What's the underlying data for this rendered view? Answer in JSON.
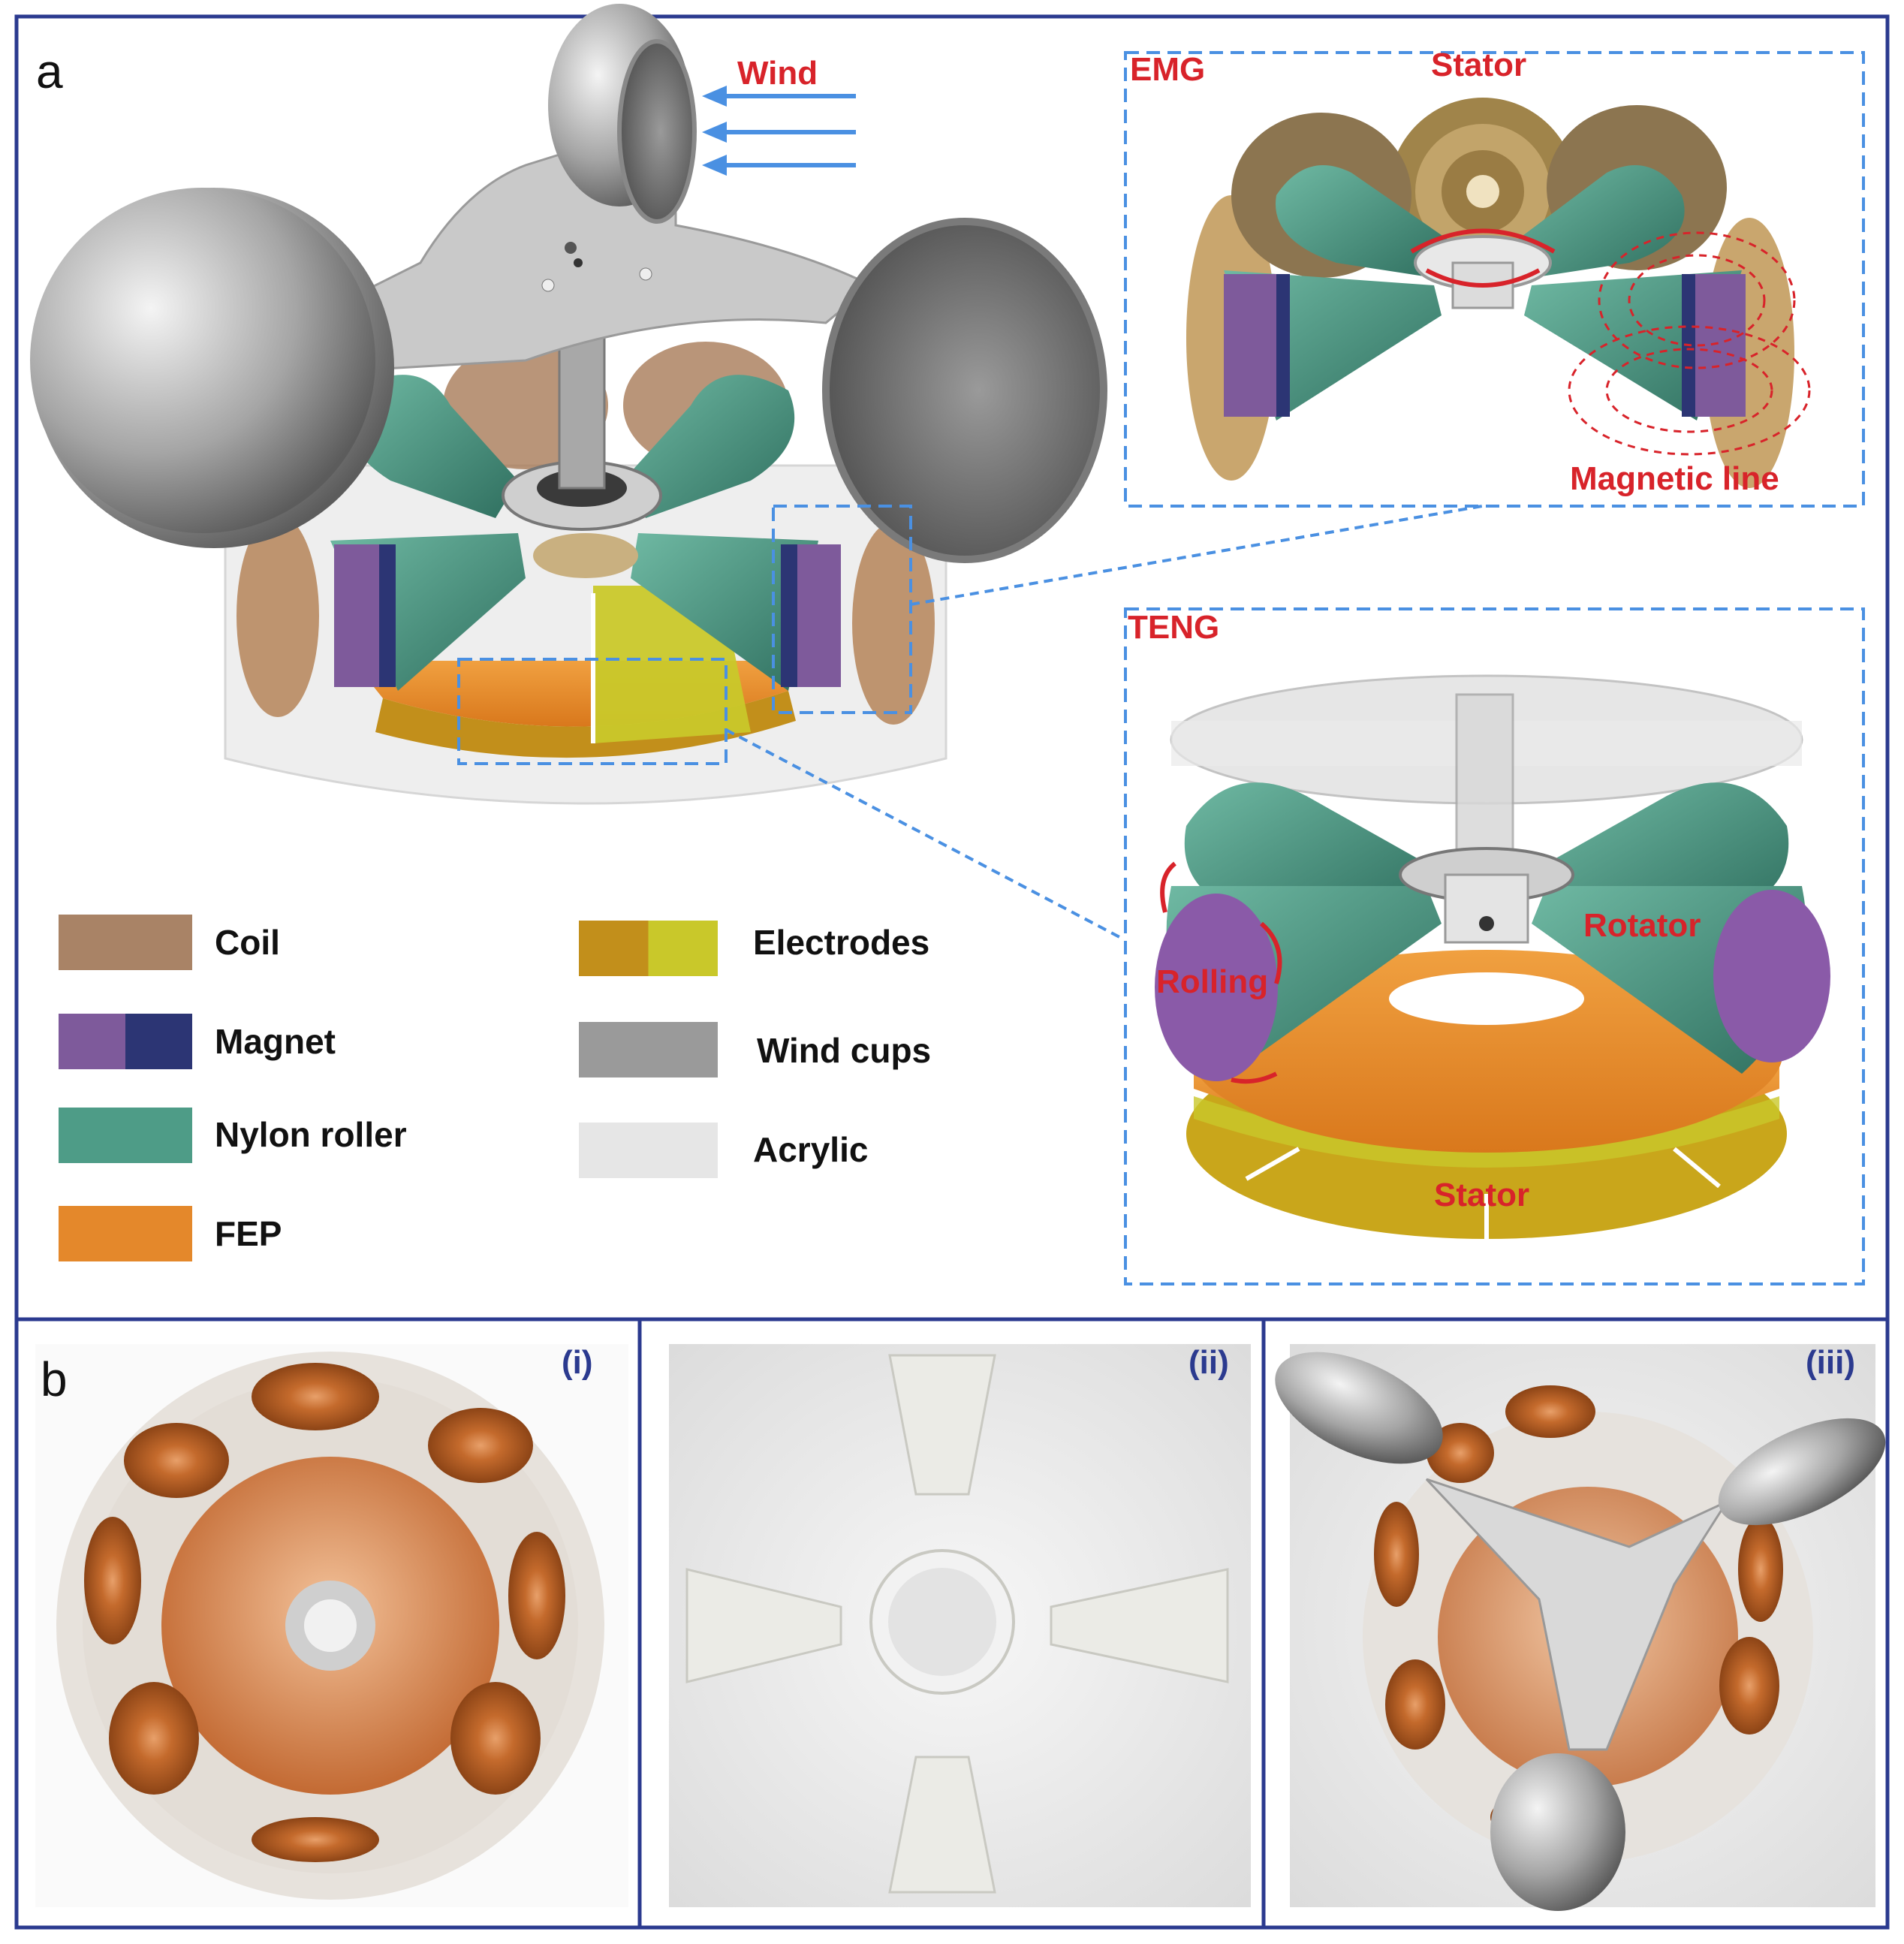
{
  "panel_a": {
    "letter": "a",
    "wind_label": "Wind",
    "emg": {
      "title": "EMG",
      "stator": "Stator",
      "magnetic_line": "Magnetic line"
    },
    "teng": {
      "title": "TENG",
      "rotator": "Rotator",
      "rolling": "Rolling",
      "stator": "Stator"
    }
  },
  "legend": [
    {
      "label": "Coil",
      "colors": [
        "#a98366"
      ]
    },
    {
      "label": "Magnet",
      "colors": [
        "#7e5a9b",
        "#2c3574"
      ]
    },
    {
      "label": "Nylon roller",
      "colors": [
        "#4e9c87"
      ]
    },
    {
      "label": "FEP",
      "colors": [
        "#e4882b"
      ]
    },
    {
      "label": "Electrodes",
      "colors": [
        "#c28f1b",
        "#c9c82a"
      ]
    },
    {
      "label": "Wind cups",
      "colors": [
        "#9a9a9a"
      ]
    },
    {
      "label": "Acrylic",
      "colors": [
        "#e6e6e6"
      ]
    }
  ],
  "panel_b": {
    "letter": "b",
    "photos": [
      {
        "tag": "(i)"
      },
      {
        "tag": "(ii)"
      },
      {
        "tag": "(iii)"
      }
    ]
  },
  "colors": {
    "frame": "#2b3a8f",
    "callout": "#4a90e2",
    "annotation": "#d8232a",
    "roller": "#4e9c87",
    "magnet_purple": "#7e5a9b",
    "magnet_blue": "#2c3574",
    "fep": "#e4882b",
    "electrode_gold": "#c28f1b",
    "electrode_yellow": "#c9c82a",
    "coil": "#a98366",
    "aluminium": "#a9a9a9",
    "acrylic": "#e6e6e6",
    "copper": "#c8743a"
  }
}
